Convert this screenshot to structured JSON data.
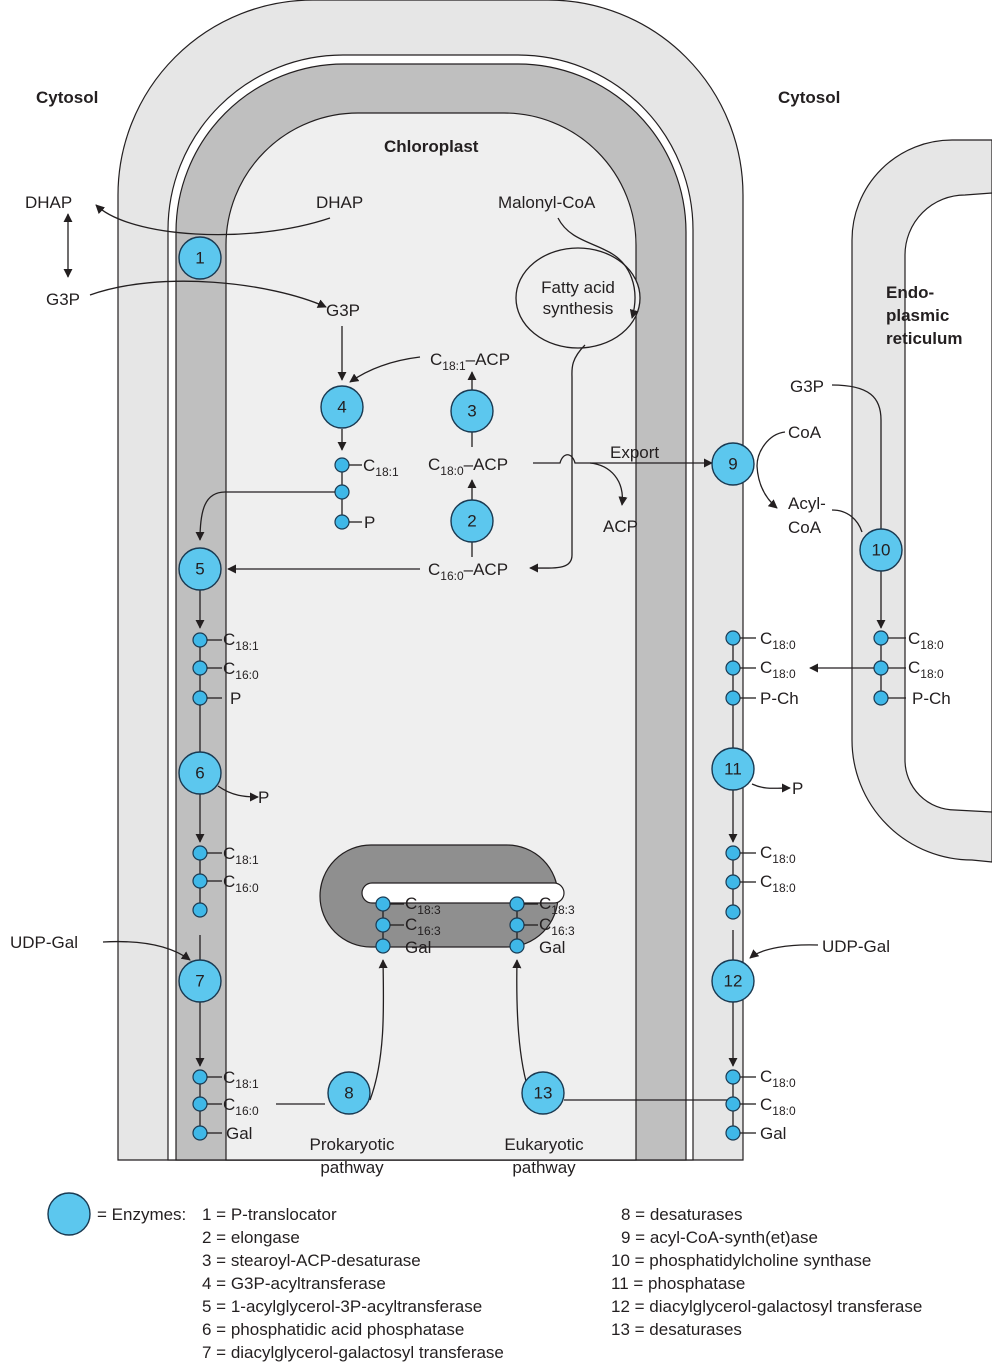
{
  "labels": {
    "cytosol_left": "Cytosol",
    "cytosol_right": "Cytosol",
    "chloroplast": "Chloroplast",
    "er_line1": "Endo-",
    "er_line2": "plasmic",
    "er_line3": "reticulum",
    "dhap_out": "DHAP",
    "dhap_in": "DHAP",
    "g3p_out": "G3P",
    "g3p_in": "G3P",
    "malonyl": "Malonyl-CoA",
    "fas_line1": "Fatty acid",
    "fas_line2": "synthesis",
    "c": "C",
    "c181": "18:1",
    "c180": "18:0",
    "c160": "16:0",
    "c183": "18:3",
    "c163": "16:3",
    "acp_suffix": "–ACP",
    "export": "Export",
    "acp": "ACP",
    "p": "P",
    "pch": "P-Ch",
    "gal": "Gal",
    "udpgal_left": "UDP-Gal",
    "udpgal_right": "UDP-Gal",
    "g3p_er": "G3P",
    "coa": "CoA",
    "acyl_line1": "Acyl-",
    "acyl_line2": "CoA",
    "prok_line1": "Prokaryotic",
    "prok_line2": "pathway",
    "euk_line1": "Eukaryotic",
    "euk_line2": "pathway"
  },
  "enzyme_numbers": [
    "1",
    "2",
    "3",
    "4",
    "5",
    "6",
    "7",
    "8",
    "9",
    "10",
    "11",
    "12",
    "13"
  ],
  "legend": {
    "prefix": "= Enzymes:",
    "items": [
      "1 = P-translocator",
      "2 = elongase",
      "3 = stearoyl-ACP-desaturase",
      "4 = G3P-acyltransferase",
      "5 = 1-acylglycerol-3P-acyltransferase",
      "6 = phosphatidic acid phosphatase",
      "7 = diacylglycerol-galactosyl transferase",
      "8 = desaturases",
      "9 = acyl-CoA-synth(et)ase",
      "10 = phosphatidylcholine synthase",
      "11 = phosphatase",
      "12 = diacylglycerol-galactosyl transferase",
      "13 = desaturases"
    ]
  },
  "colors": {
    "enzyme_fill": "#5cc7ee",
    "membrane_outer": "#e6e6e6",
    "membrane_inner": "#bfbfbf",
    "stroma": "#efefef"
  }
}
